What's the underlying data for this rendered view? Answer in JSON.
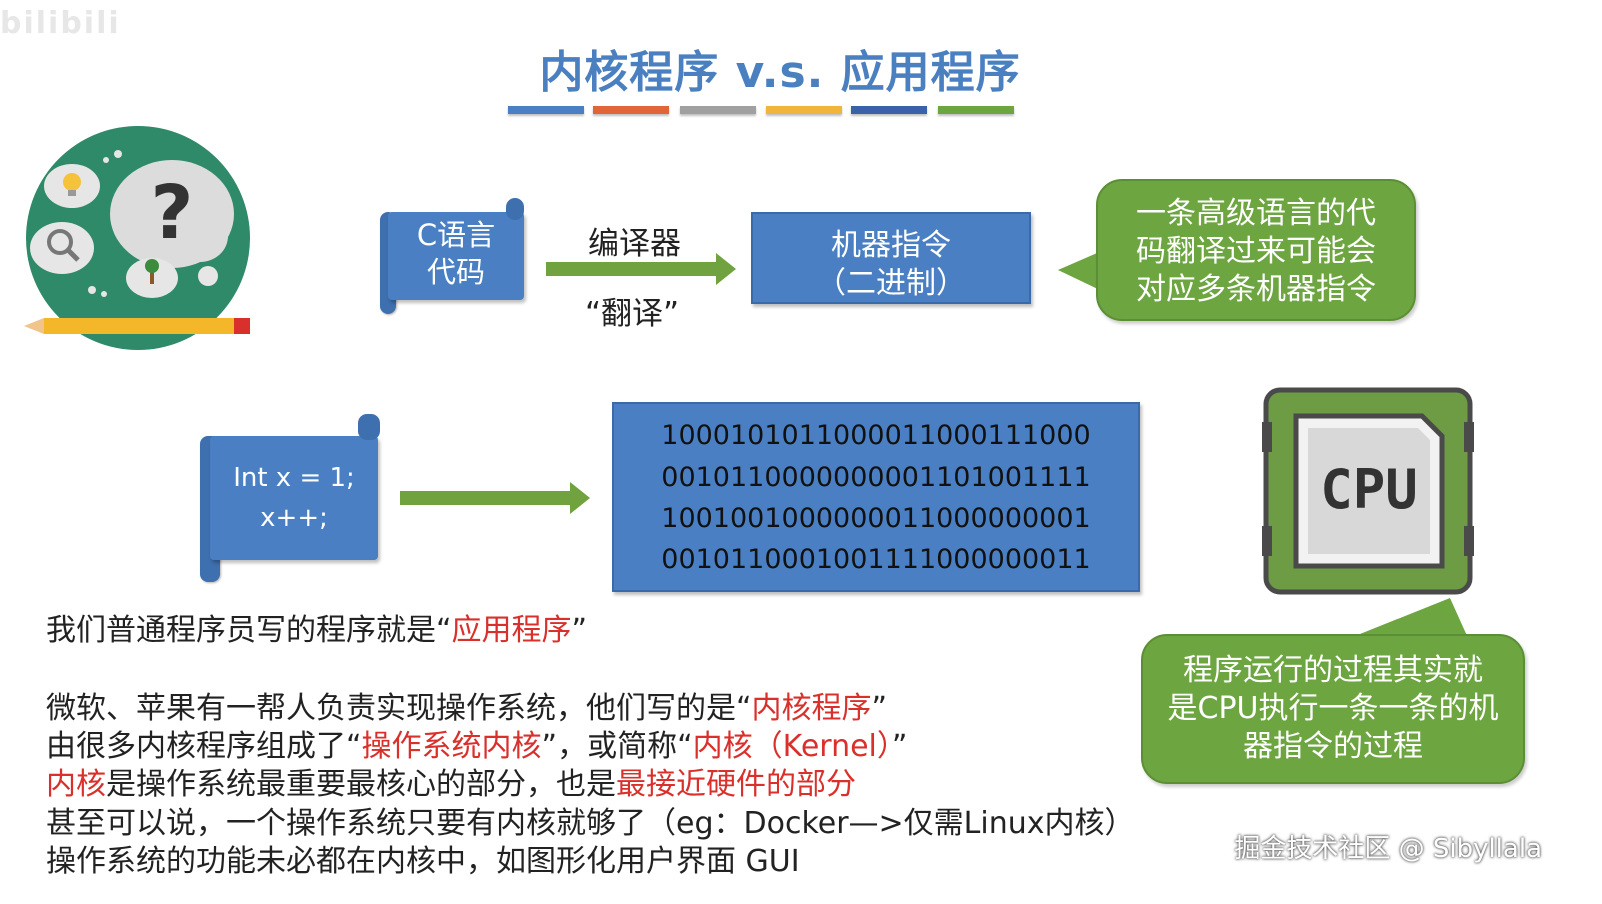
{
  "watermark_top": "bilibili",
  "title": "内核程序 v.s. 应用程序",
  "title_bar_colors": [
    "#4a80c3",
    "#e0663a",
    "#a0a0a0",
    "#f0b63c",
    "#3a62a8",
    "#6da540"
  ],
  "row1": {
    "source_scroll": [
      "C语言",
      "代码"
    ],
    "compiler_label": "编译器",
    "translate_label": "“翻译”",
    "machine_box": [
      "机器指令",
      "（二进制）"
    ],
    "note_bubble": [
      "一条高级语言的代",
      "码翻译过来可能会",
      "对应多条机器指令"
    ]
  },
  "row2": {
    "code_scroll": [
      "Int x = 1;",
      "x++;"
    ],
    "binary_lines": [
      "1000101011000011000111000",
      "0010110000000001101001111",
      "1001001000000011000000001",
      "0010110001001111000000011"
    ],
    "cpu_label": "CPU",
    "cpu_bubble": [
      "程序运行的过程其实就",
      "是CPU执行一条一条的机",
      "器指令的过程"
    ]
  },
  "body": {
    "line1_a": "我们普通程序员写的程序就是“",
    "line1_red": "应用程序",
    "line1_b": "”",
    "line2_a": "微软、苹果有一帮人负责实现操作系统，他们写的是“",
    "line2_red": "内核程序",
    "line2_b": "”",
    "line3_a": "由很多内核程序组成了“",
    "line3_red1": "操作系统内核",
    "line3_b": "”，或简称“",
    "line3_red2": "内核（Kernel）",
    "line3_c": "”",
    "line4_red1": "内核",
    "line4_a": "是操作系统最重要最核心的部分，也是",
    "line4_red2": "最接近硬件的部分",
    "line5": "甚至可以说，一个操作系统只要有内核就够了（eg：Docker—>仅需Linux内核）",
    "line6": "操作系统的功能未必都在内核中，如图形化用户界面 GUI"
  },
  "watermark_bottom": "掘金技术社区 @ Sibyllala"
}
